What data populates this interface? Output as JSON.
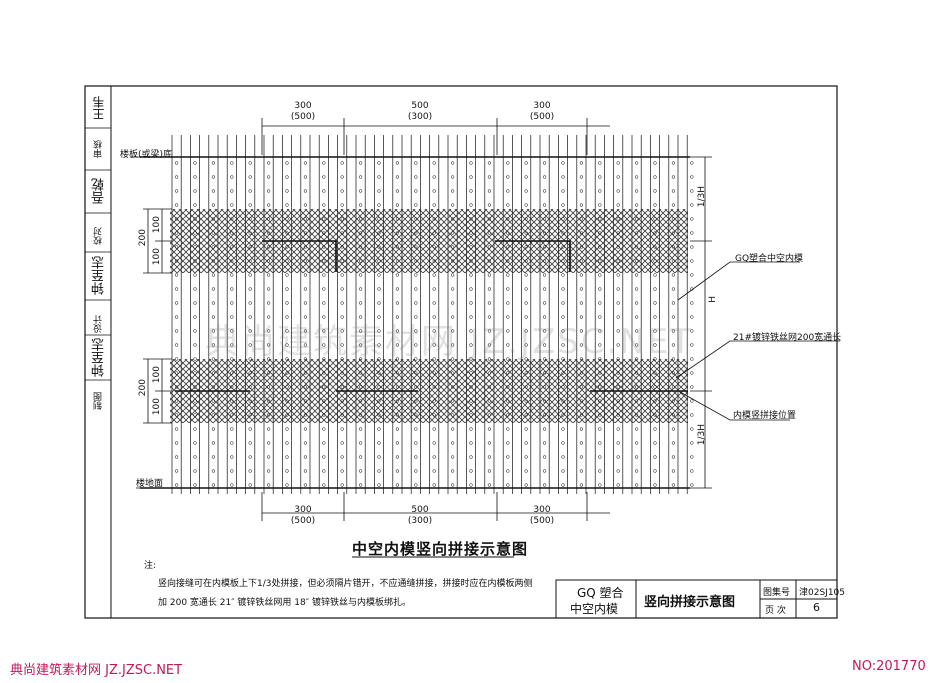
{
  "drawing": {
    "top_dims": [
      {
        "value": "300",
        "alt": "(500)"
      },
      {
        "value": "500",
        "alt": "(300)"
      },
      {
        "value": "300",
        "alt": "(500)"
      }
    ],
    "bottom_dims": [
      {
        "value": "300",
        "alt": "(500)"
      },
      {
        "value": "500",
        "alt": "(300)"
      },
      {
        "value": "300",
        "alt": "(500)"
      }
    ],
    "left_dims_upper": {
      "total": "200",
      "part_a": "100",
      "part_b": "100"
    },
    "left_dims_lower": {
      "total": "200",
      "part_a": "100",
      "part_b": "100"
    },
    "right_dims": {
      "top_third": "1/3H",
      "height": "H",
      "bottom_third": "1/3H"
    },
    "labels": {
      "ceiling": "楼板(或梁)底",
      "floor": "楼地面",
      "core_mold": "GQ塑合中空内模",
      "wire_mesh": "21#镀锌铁丝网200宽通长",
      "splice_pos": "内模竖拼接位置"
    },
    "title": "中空内模竖向拼接示意图"
  },
  "notes": {
    "heading": "注:",
    "line1": "竖向接缝可在内模板上下1/3处拼接，但必须隔片错开，不应通缝拼接，拼接时应在内模板两侧",
    "line2": "加 200 宽通长 21″ 镀锌铁丝网用 18″ 镀锌铁丝与内模板绑扎。"
  },
  "title_block": {
    "product_line1": "GQ 塑合",
    "product_line2": "中空内模",
    "drawing_name": "竖向拼接示意图",
    "atlas_label": "图集号",
    "atlas_value": "津02SJ105",
    "page_label": "页 次",
    "page_value": "6"
  },
  "signature_column": {
    "review": "审核",
    "proofread": "校对",
    "design": "设计",
    "draw": "制图",
    "sig1": "王韦",
    "sig2": "吾乾",
    "sig3": "钟至志",
    "sig4": "钟至志"
  },
  "watermark": "典尚建筑素材网 JZ.JZSC.NET",
  "footer": {
    "left": "典尚建筑素材网 JZ.JZSC.NET",
    "right": "NO:201770"
  }
}
